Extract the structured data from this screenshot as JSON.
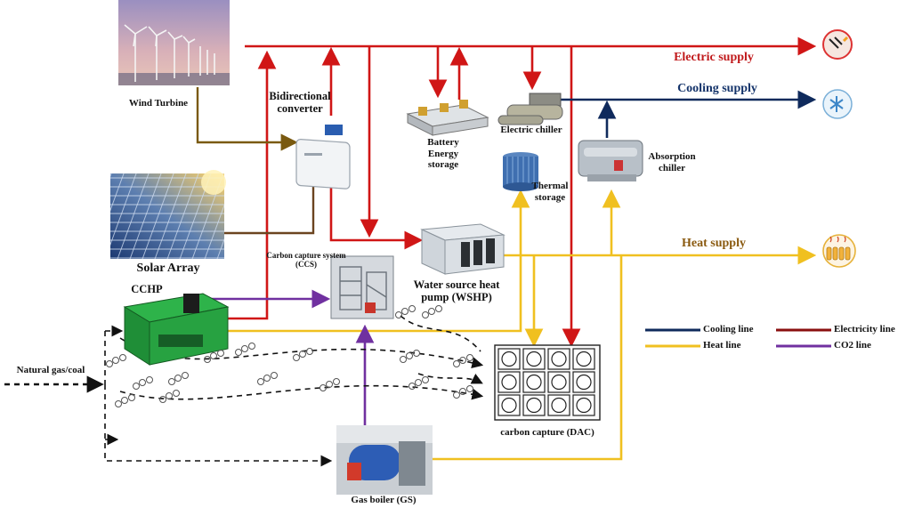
{
  "labels": {
    "wind_turbine": "Wind Turbine",
    "bidirectional_converter": "Bidirectional converter",
    "battery": "Battery Energy storage",
    "electric_chiller": "Electric chiller",
    "absorption_chiller": "Absorption chiller",
    "thermal_storage": "Thermal storage",
    "solar_array": "Solar Array",
    "ccs": "Carbon capture system (CCS)",
    "wshp": "Water source heat pump (WSHP)",
    "cchp": "CCHP",
    "natural_gas": "Natural gas/coal",
    "dac": "carbon capture (DAC)",
    "gas_boiler": "Gas boiler (GS)"
  },
  "supplies": {
    "electric": "Electric supply",
    "cooling": "Cooling supply",
    "heat": "Heat supply"
  },
  "legend": {
    "cooling": "Cooling line",
    "electricity": "Electricity line",
    "heat": "Heat line",
    "co2": "CO2 line"
  },
  "colors": {
    "electricity": "#d01616",
    "cooling": "#0f2a5c",
    "heat": "#f0c020",
    "co2": "#7030a0",
    "wind_line": "#7a5a10",
    "solar_line": "#6b4420",
    "gas_line": "#111111"
  },
  "icons": {
    "electric_end": "plug-icon",
    "cooling_end": "snowflake-icon",
    "heat_end": "radiator-icon"
  }
}
